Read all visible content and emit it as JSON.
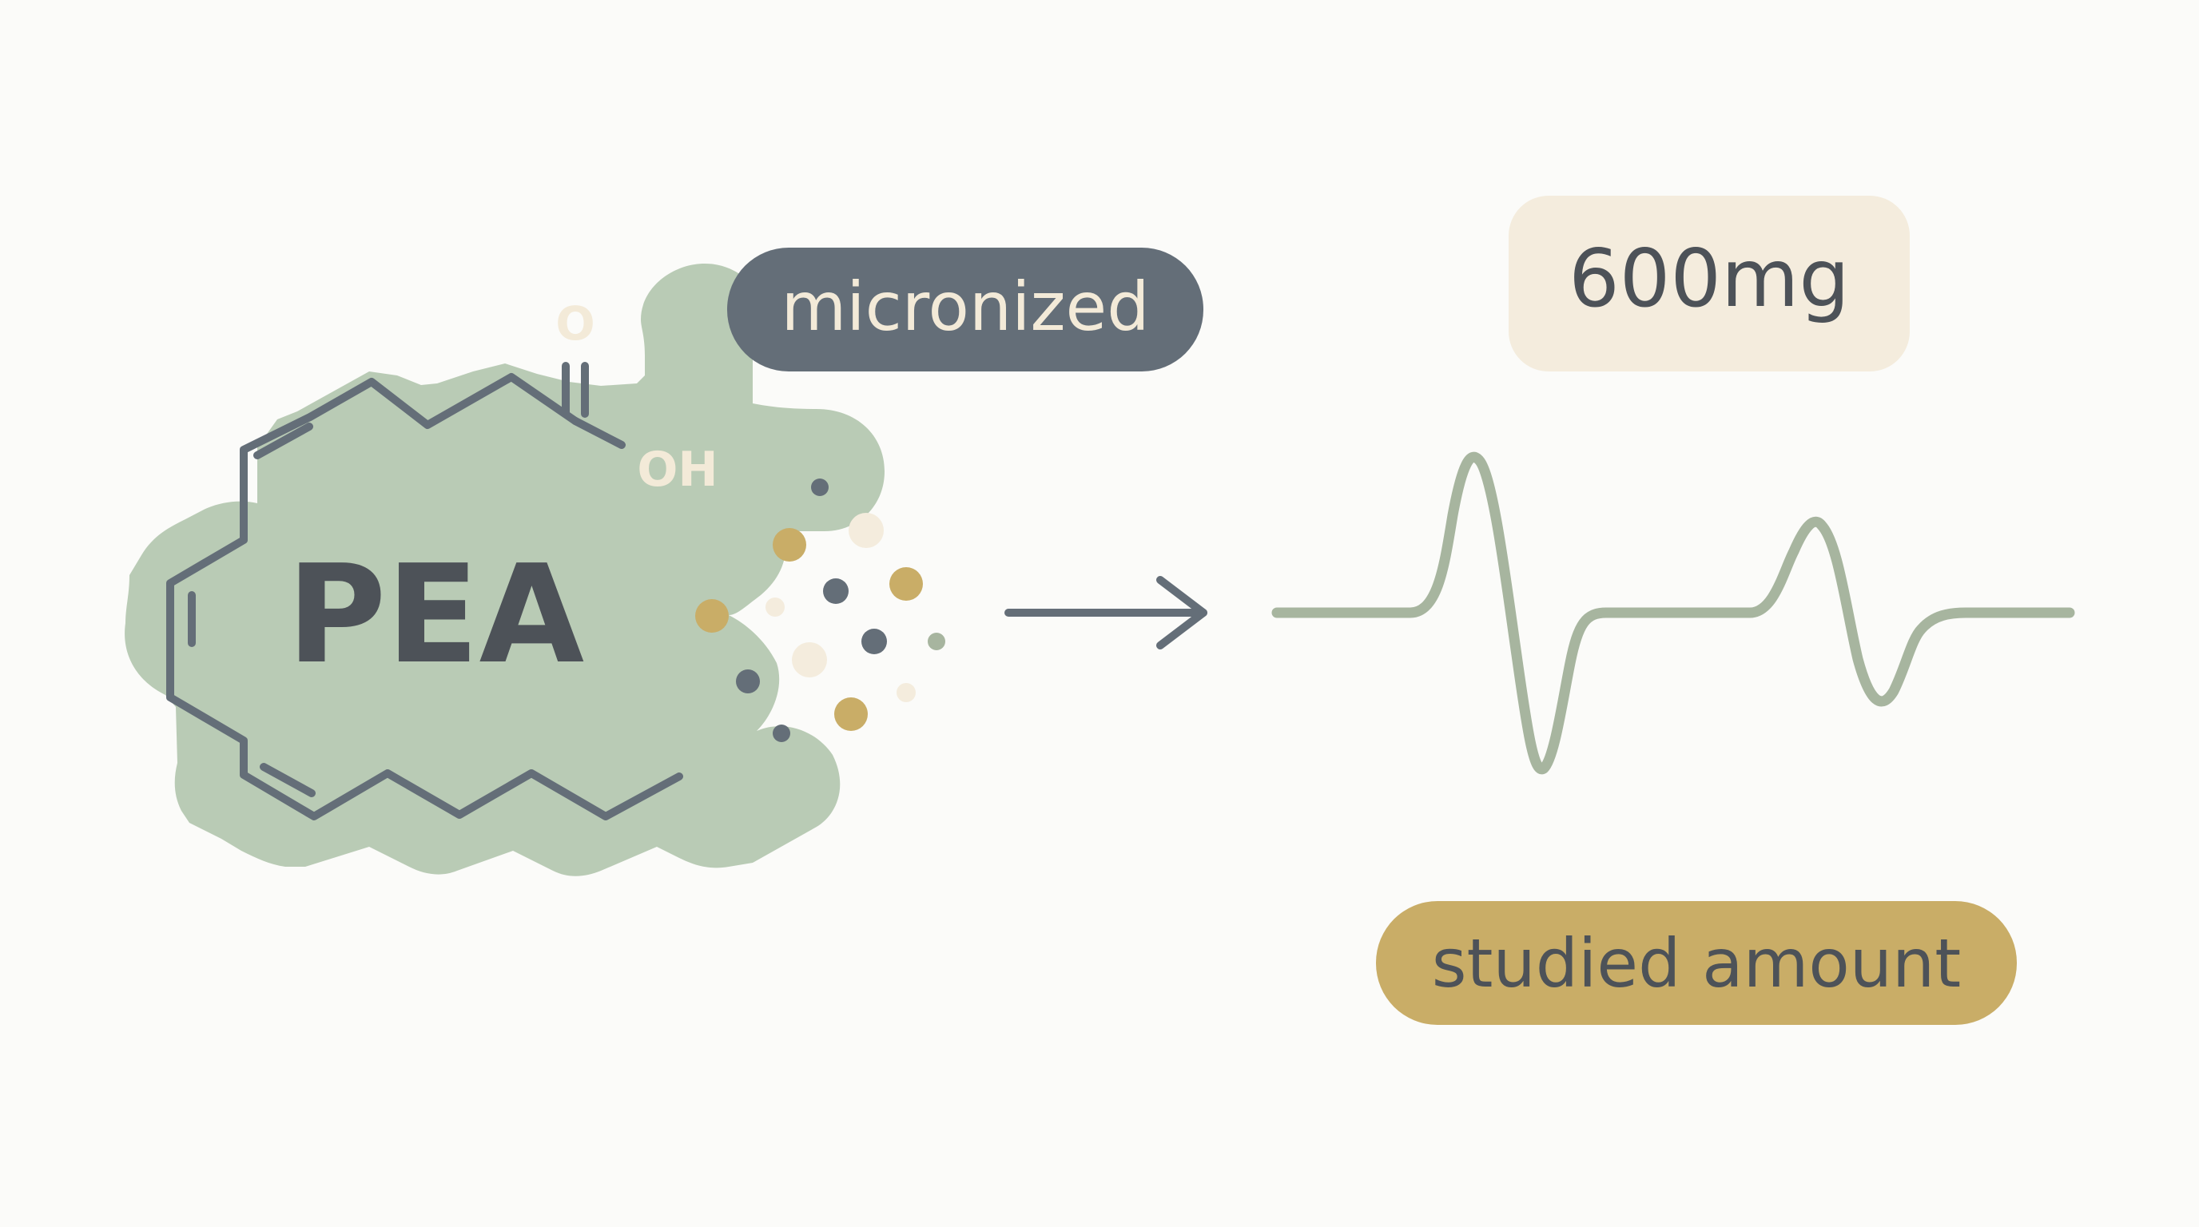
{
  "molecule": {
    "name": "PEA",
    "oxygen_label": "O",
    "hydroxyl_label": "OH"
  },
  "process": {
    "label": "micronized"
  },
  "dose": {
    "amount": "600mg",
    "caption": "studied amount"
  },
  "colors": {
    "background": "#fbfbf9",
    "sage": "#b5c8b1",
    "slate": "#646e78",
    "text_dark": "#4d5258",
    "cream": "#f4ecdd",
    "gold": "#c9ad67",
    "wave": "#a7b59f",
    "label_light": "#f3ead8"
  },
  "icons": {
    "arrow": "arrow-right-icon",
    "particles": "particle-dots-icon",
    "signal": "signal-wave-icon"
  }
}
